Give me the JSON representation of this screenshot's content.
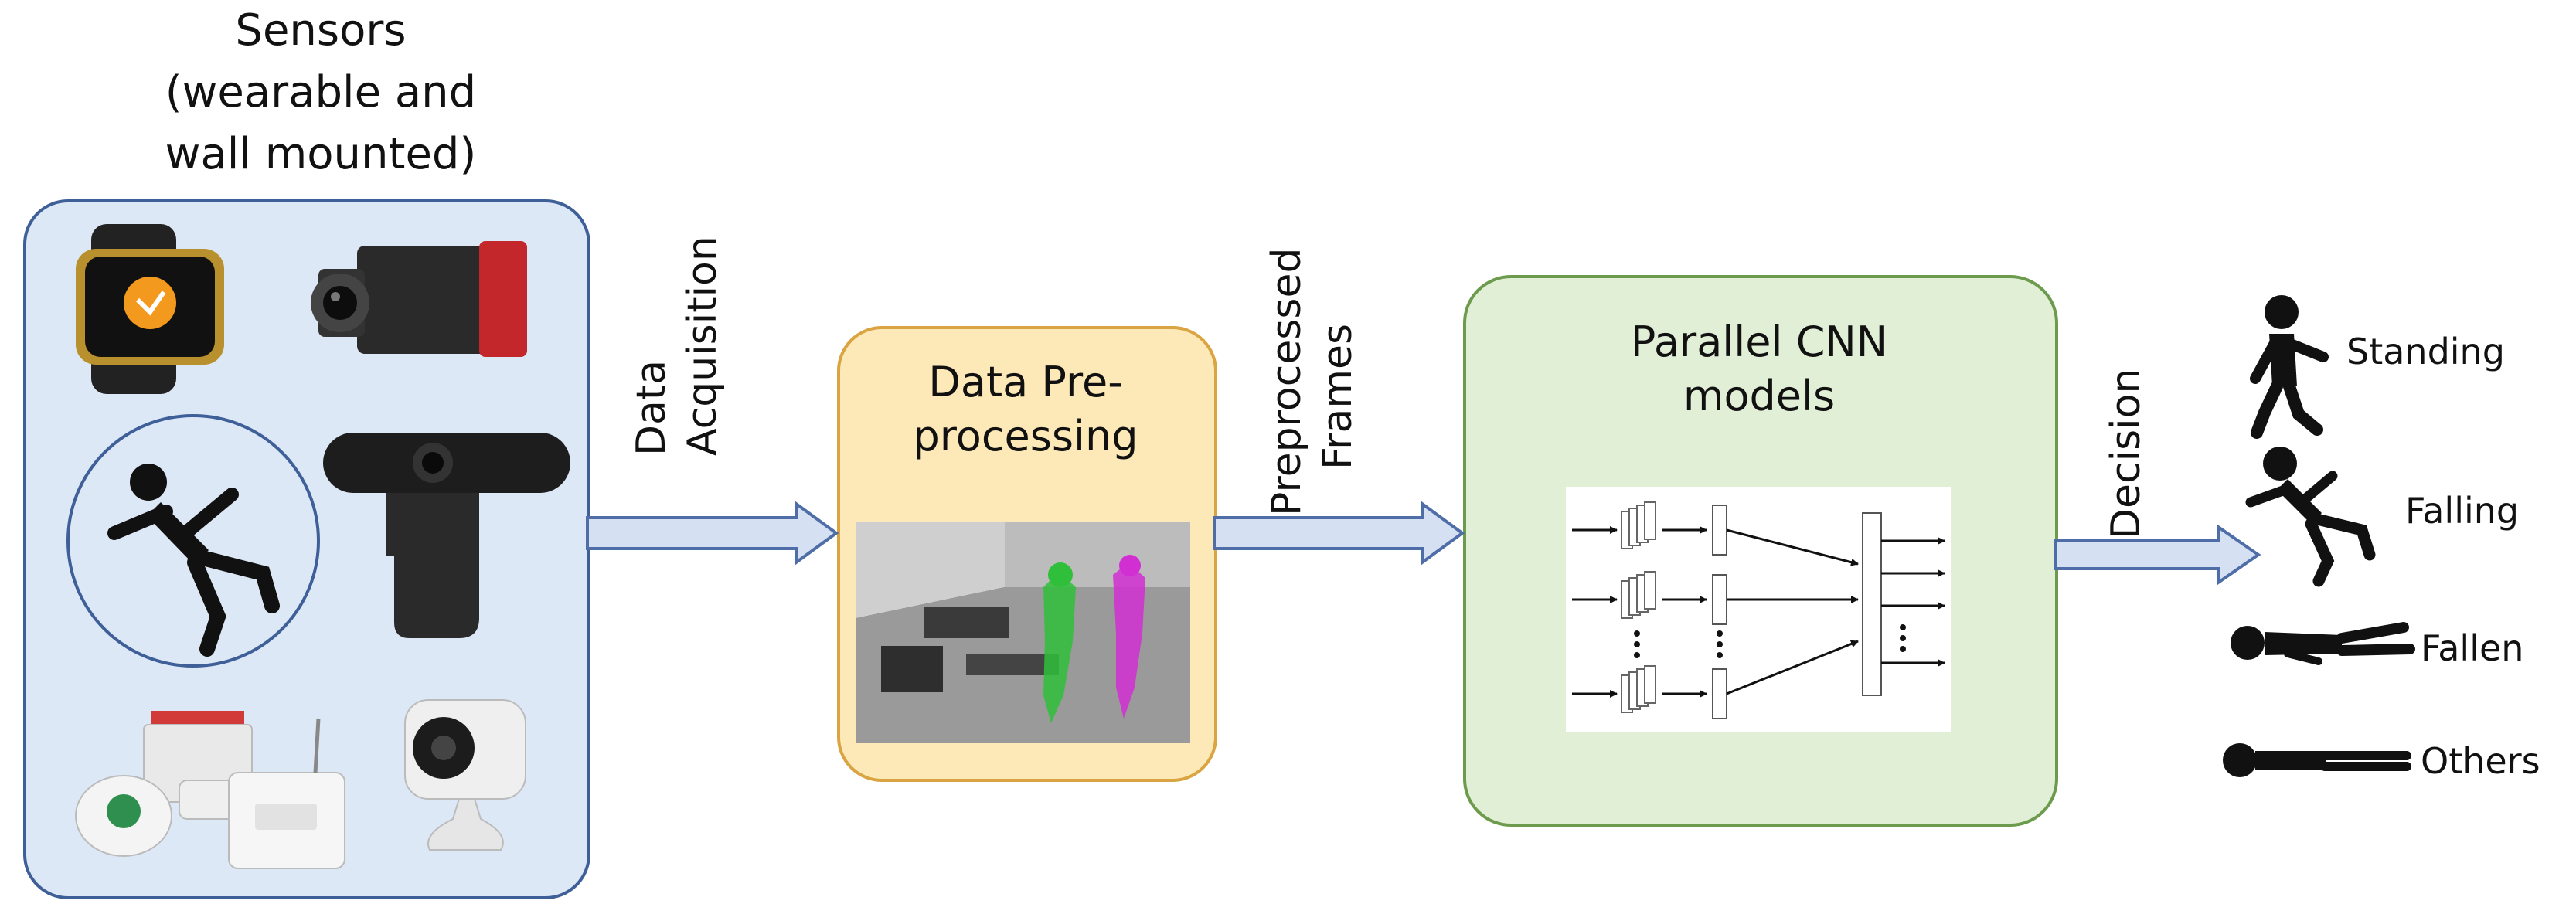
{
  "sensors": {
    "title_lines": [
      "Sensors",
      "(wearable and",
      "wall mounted)"
    ],
    "device_icons": [
      "smartwatch-icon",
      "thermal-camera-icon",
      "falling-person-icon",
      "webcam-icon",
      "alarm-system-icon",
      "indoor-camera-icon"
    ]
  },
  "arrows": {
    "acquisition_lines": [
      "Data",
      "Acquisition"
    ],
    "preprocessed_lines": [
      "Preprocessed",
      "Frames"
    ],
    "decision": "Decision"
  },
  "preprocessing": {
    "title_lines": [
      "Data Pre-",
      "processing"
    ]
  },
  "cnn": {
    "title_lines": [
      "Parallel CNN",
      "models"
    ]
  },
  "classes": [
    "Standing",
    "Falling",
    "Fallen",
    "Others"
  ],
  "colors": {
    "sensors_fill": "#dde8f6",
    "sensors_border": "#3e5f98",
    "pre_fill": "#fde9b8",
    "pre_border": "#d9a441",
    "cnn_fill": "#e1efd6",
    "cnn_border": "#6d9b4d",
    "arrow_fill": "#d5e1f3",
    "arrow_stroke": "#4f6ea8",
    "silhouette_green": "#2fbf3a",
    "silhouette_magenta": "#d12fd1"
  }
}
